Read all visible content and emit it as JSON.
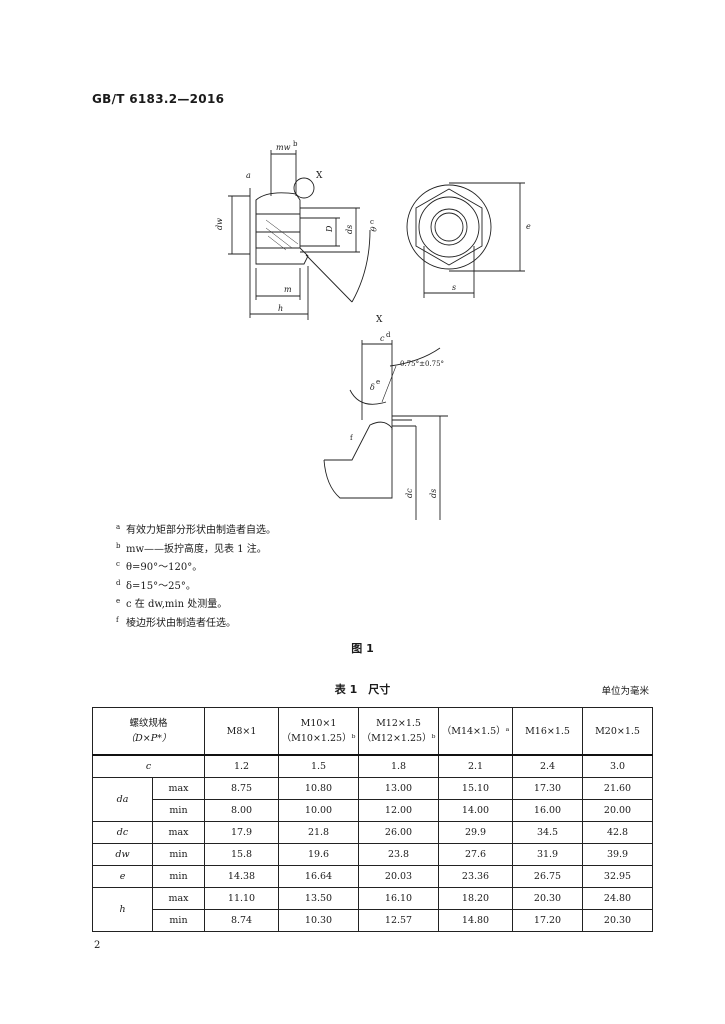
{
  "header": {
    "standard": "GB/T 6183.2—2016"
  },
  "figure": {
    "labels": {
      "a": "a",
      "m_w": "mw",
      "m_w_sup": "b",
      "X": "X",
      "d_w": "dw",
      "d_w_sub": "w",
      "D": "D",
      "d_s": "ds",
      "theta": "θ",
      "theta_sup": "c",
      "m": "m",
      "h": "h",
      "e": "e",
      "s": "s",
      "detail": "X",
      "c": "c",
      "c_sup": "d",
      "angle": "0.75°±0.75°",
      "delta": "δ",
      "delta_sup": "e",
      "f": "f",
      "dc": "dc",
      "ds2": "ds"
    },
    "notes": [
      {
        "mark": "a",
        "text": "有效力矩部分形状由制造者自选。"
      },
      {
        "mark": "b",
        "text": "mw——扳拧高度，见表 1 注。"
      },
      {
        "mark": "c",
        "text": "θ=90°～120°。"
      },
      {
        "mark": "d",
        "text": "δ=15°～25°。"
      },
      {
        "mark": "e",
        "text": "c 在 dw,min 处测量。"
      },
      {
        "mark": "f",
        "text": "棱边形状由制造者任选。"
      }
    ],
    "caption": "图 1"
  },
  "table": {
    "title": "表 1　尺寸",
    "unit": "单位为毫米",
    "spec_header_line1": "螺纹规格",
    "spec_header_line2": "（D×P*）",
    "columns": [
      {
        "line1": "M8×1",
        "line2": ""
      },
      {
        "line1": "M10×1",
        "line2": "（M10×1.25）ᵇ"
      },
      {
        "line1": "M12×1.5",
        "line2": "（M12×1.25）ᵇ"
      },
      {
        "line1": "（M14×1.5）ᵃ",
        "line2": ""
      },
      {
        "line1": "M16×1.5",
        "line2": ""
      },
      {
        "line1": "M20×1.5",
        "line2": ""
      }
    ],
    "rows": [
      {
        "param": "c",
        "sub": "",
        "values": [
          "1.2",
          "1.5",
          "1.8",
          "2.1",
          "2.4",
          "3.0"
        ]
      },
      {
        "param": "da",
        "sub": "max",
        "values": [
          "8.75",
          "10.80",
          "13.00",
          "15.10",
          "17.30",
          "21.60"
        ]
      },
      {
        "param": "",
        "sub": "min",
        "values": [
          "8.00",
          "10.00",
          "12.00",
          "14.00",
          "16.00",
          "20.00"
        ]
      },
      {
        "param": "dc",
        "sub": "max",
        "values": [
          "17.9",
          "21.8",
          "26.00",
          "29.9",
          "34.5",
          "42.8"
        ]
      },
      {
        "param": "dw",
        "sub": "min",
        "values": [
          "15.8",
          "19.6",
          "23.8",
          "27.6",
          "31.9",
          "39.9"
        ]
      },
      {
        "param": "e",
        "sub": "min",
        "values": [
          "14.38",
          "16.64",
          "20.03",
          "23.36",
          "26.75",
          "32.95"
        ]
      },
      {
        "param": "h",
        "sub": "max",
        "values": [
          "11.10",
          "13.50",
          "16.10",
          "18.20",
          "20.30",
          "24.80"
        ]
      },
      {
        "param": "",
        "sub": "min",
        "values": [
          "8.74",
          "10.30",
          "12.57",
          "14.80",
          "17.20",
          "20.30"
        ]
      }
    ]
  },
  "page_number": "2"
}
